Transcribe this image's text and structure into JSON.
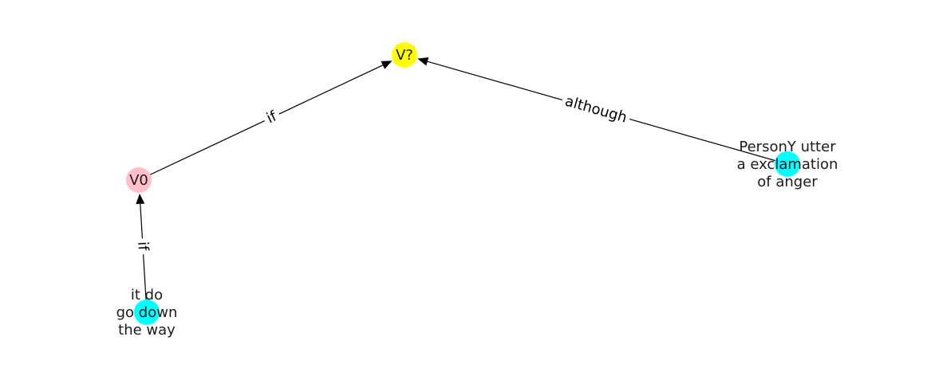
{
  "graph": {
    "nodes": [
      {
        "id": "v_q",
        "label": "V?",
        "color": "#ffff00"
      },
      {
        "id": "v0",
        "label": "V0",
        "color": "#ffc0cb"
      },
      {
        "id": "person_y",
        "label": "PersonY utter\na exclamation\nof anger",
        "color": "#00ffff"
      },
      {
        "id": "it_do",
        "label": "it do\ngo down\nthe way",
        "color": "#00ffff"
      }
    ],
    "edges": [
      {
        "from": "v0",
        "to": "v_q",
        "label": "if"
      },
      {
        "from": "person_y",
        "to": "v_q",
        "label": "although"
      },
      {
        "from": "it_do",
        "to": "v0",
        "label": "if"
      }
    ]
  }
}
